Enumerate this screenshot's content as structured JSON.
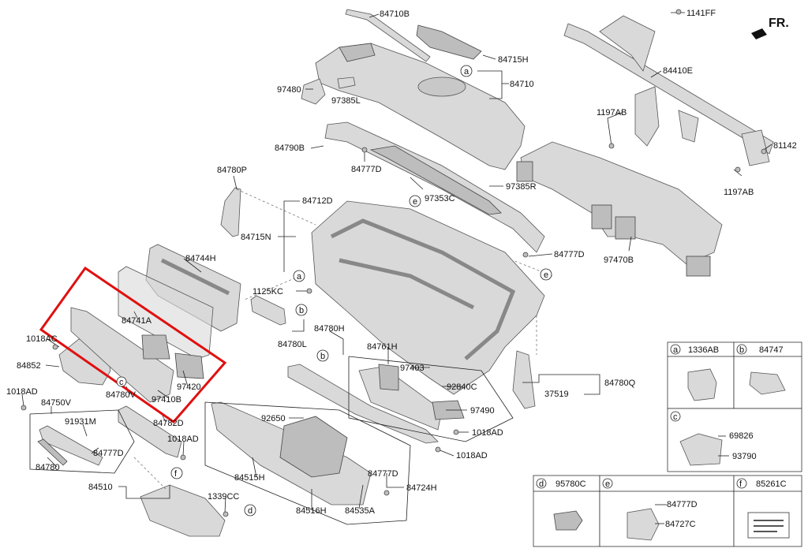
{
  "direction": "FR.",
  "parts": {
    "p84710B": "84710B",
    "p1141FF": "1141FF",
    "p84715H": "84715H",
    "p84710": "84710",
    "p84410E": "84410E",
    "p97480": "97480",
    "p97385L": "97385L",
    "p1197AB_1": "1197AB",
    "p81142": "81142",
    "p84790B": "84790B",
    "p84777D_1": "84777D",
    "p1197AB_2": "1197AB",
    "p84780P": "84780P",
    "p97385R": "97385R",
    "p97353C": "97353C",
    "p84712D": "84712D",
    "p84715N": "84715N",
    "p97470B": "97470B",
    "p84777D_2": "84777D",
    "p84744H": "84744H",
    "p1125KC": "1125KC",
    "p84741A": "84741A",
    "p84780L": "84780L",
    "p84780H": "84780H",
    "p1018AC": "1018AC",
    "p84852": "84852",
    "p84761H": "84761H",
    "p97403": "97403",
    "p92840C": "92840C",
    "p84780V": "84780V",
    "p97420": "97420",
    "p97410B": "97410B",
    "p1018AD_1": "1018AD",
    "p84750V": "84750V",
    "p91931M": "91931M",
    "p84782D": "84782D",
    "p97490": "97490",
    "p1018AD_2": "1018AD",
    "p37519": "37519",
    "p84780Q": "84780Q",
    "p84777D_3": "84777D",
    "p92650": "92650",
    "p1018AD_3": "1018AD",
    "p1018AD_4": "1018AD",
    "p84780": "84780",
    "p84515H": "84515H",
    "p84510": "84510",
    "p84777D_4": "84777D",
    "p84724H": "84724H",
    "p1339CC": "1339CC",
    "p84516H": "84516H",
    "p84535A": "84535A"
  },
  "callouts": {
    "a": "a",
    "b": "b",
    "c": "c",
    "d": "d",
    "e": "e",
    "f": "f"
  },
  "legend": {
    "a": {
      "letter": "a",
      "part": "1336AB"
    },
    "b": {
      "letter": "b",
      "part": "84747"
    },
    "c": {
      "letter": "c",
      "parts": [
        "69826",
        "93790"
      ]
    },
    "d": {
      "letter": "d",
      "part": "95780C"
    },
    "e": {
      "letter": "e",
      "parts": [
        "84777D",
        "84727C"
      ]
    },
    "f": {
      "letter": "f",
      "part": "85261C"
    }
  }
}
